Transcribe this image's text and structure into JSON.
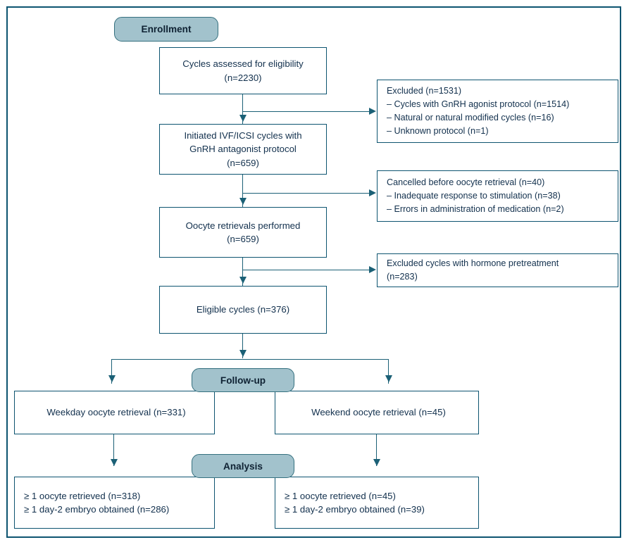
{
  "diagram": {
    "title": "CONSORT-style participant flow diagram",
    "colors": {
      "frame_border": "#0d5470",
      "box_border": "#0d5470",
      "line": "#1b6076",
      "pill_fill": "#a2c2cc",
      "pill_border": "#35707f",
      "text": "#12304d",
      "background": "#ffffff"
    }
  },
  "stages": {
    "enrollment_label": "Enrollment",
    "followup_label": "Follow-up",
    "analysis_label": "Analysis"
  },
  "main_boxes": {
    "assessed": {
      "line1": "Cycles assessed for eligibility",
      "line2": "(n=2230)"
    },
    "initiated": {
      "line1": "Initiated IVF/ICSI cycles with",
      "line2": "GnRH antagonist protocol",
      "line3": "(n=659)"
    },
    "retrievals": {
      "line1": "Oocyte retrievals performed",
      "line2": "(n=659)"
    },
    "eligible": {
      "line1": "Eligible cycles (n=376)"
    }
  },
  "exclusion_boxes": {
    "excluded_protocol": {
      "line1": "Excluded (n=1531)",
      "line2": "– Cycles with GnRH agonist protocol (n=1514)",
      "line3": "– Natural or natural modified cycles (n=16)",
      "line4": "– Unknown protocol (n=1)"
    },
    "cancelled": {
      "line1": "Cancelled before oocyte retrieval (n=40)",
      "line2": "– Inadequate response to stimulation (n=38)",
      "line3": "– Errors in administration of medication (n=2)"
    },
    "hormone_pretreatment": {
      "line1": "Excluded cycles with hormone pretreatment",
      "line2": "(n=283)"
    }
  },
  "followup_boxes": {
    "weekday": {
      "line1": "Weekday oocyte retrieval (n=331)"
    },
    "weekend": {
      "line1": "Weekend oocyte retrieval (n=45)"
    }
  },
  "analysis_boxes": {
    "weekday_analysis": {
      "line1": "≥ 1 oocyte retrieved (n=318)",
      "line2": "≥ 1 day-2 embryo obtained (n=286)"
    },
    "weekend_analysis": {
      "line1": "≥ 1 oocyte retrieved (n=45)",
      "line2": "≥ 1 day-2 embryo obtained (n=39)"
    }
  }
}
